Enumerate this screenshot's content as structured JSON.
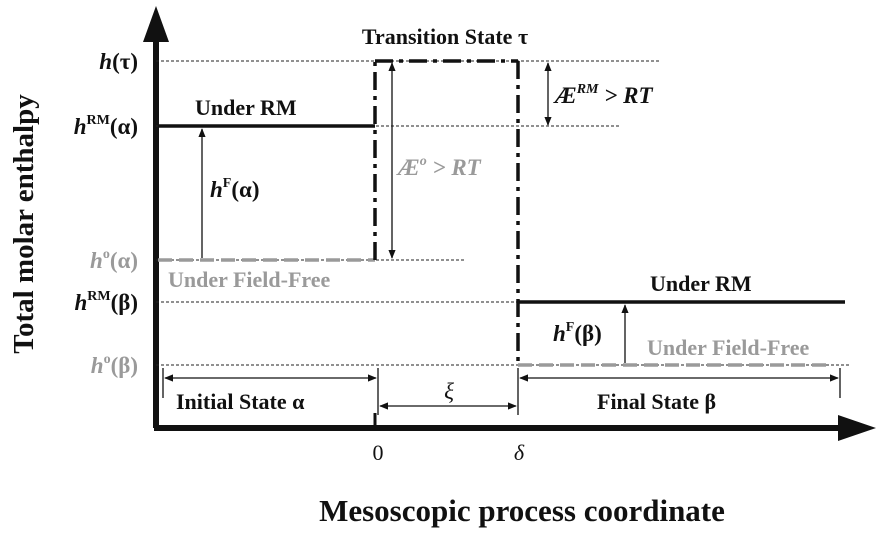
{
  "diagram": {
    "y_axis_label": "Total molar enthalpy",
    "x_axis_label": "Mesoscopic process coordinate",
    "transition_state_label": "Transition State τ",
    "y_ticks": {
      "h_tau": {
        "main": "h",
        "paren": "(τ)"
      },
      "h_rm_alpha": {
        "main": "h",
        "sup": "RM",
        "paren": "(α)"
      },
      "h_o_alpha": {
        "main": "h",
        "sup": "o",
        "paren": "(α)"
      },
      "h_rm_beta": {
        "main": "h",
        "sup": "RM",
        "paren": "(β)"
      },
      "h_o_beta": {
        "main": "h",
        "sup": "o",
        "paren": "(β)"
      }
    },
    "x_ticks": {
      "zero": "0",
      "delta": "δ"
    },
    "level_labels": {
      "under_rm_left": "Under RM",
      "under_ff_left": "Under Field-Free",
      "under_rm_right": "Under RM",
      "under_ff_right": "Under Field-Free"
    },
    "barriers": {
      "rm": {
        "symbol": "Æ",
        "sup": "RM",
        "rest": " > RT"
      },
      "ff": {
        "symbol": "Æ",
        "sup": "o",
        "rest": " > RT"
      }
    },
    "field_effects": {
      "alpha": {
        "main": "h",
        "sup": "F",
        "paren": "(α)"
      },
      "beta": {
        "main": "h",
        "sup": "F",
        "paren": "(β)"
      }
    },
    "regions": {
      "initial": "Initial State α",
      "final": "Final State β",
      "xi": "ξ"
    },
    "colors": {
      "black": "#111111",
      "gray": "#9a9a9a"
    }
  }
}
